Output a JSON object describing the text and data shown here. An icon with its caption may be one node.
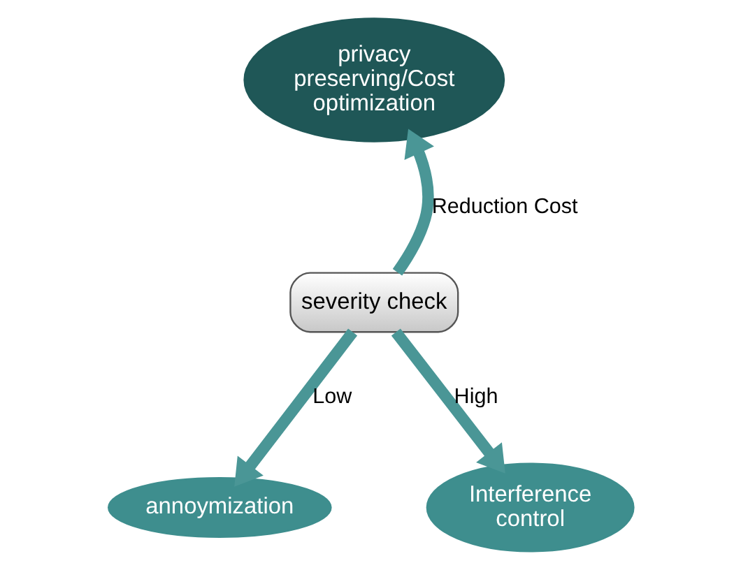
{
  "diagram": {
    "nodes": [
      {
        "text": [
          "privacy preserving/Cost optimization"
        ]
      },
      {
        "text": [
          "severity check"
        ]
      },
      {
        "text": [
          "annoymization"
        ]
      },
      {
        "text": [
          "Interference control"
        ]
      }
    ],
    "edges": [
      {
        "from": 1,
        "to": 0,
        "arrow": "to",
        "label": "Reduction Cost"
      },
      {
        "from": 1,
        "to": 2,
        "arrow": "to",
        "label": "Low"
      },
      {
        "from": 1,
        "to": 3,
        "arrow": "to",
        "label": "High"
      }
    ]
  }
}
